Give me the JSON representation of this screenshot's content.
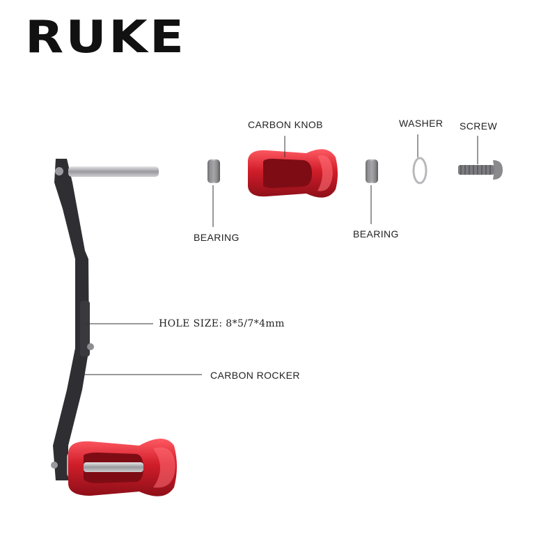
{
  "brand": "RUKE",
  "labels": {
    "carbon_knob": "CARBON KNOB",
    "washer": "WASHER",
    "screw": "SCREW",
    "bearing_left": "BEARING",
    "bearing_right": "BEARING",
    "hole_size": "HOLE SIZE: 8*5/7*4mm",
    "carbon_rocker": "CARBON ROCKER"
  },
  "colors": {
    "knob_red": "#d01d2a",
    "carbon": "#2f2f33",
    "metal": "#a9a9ad"
  }
}
